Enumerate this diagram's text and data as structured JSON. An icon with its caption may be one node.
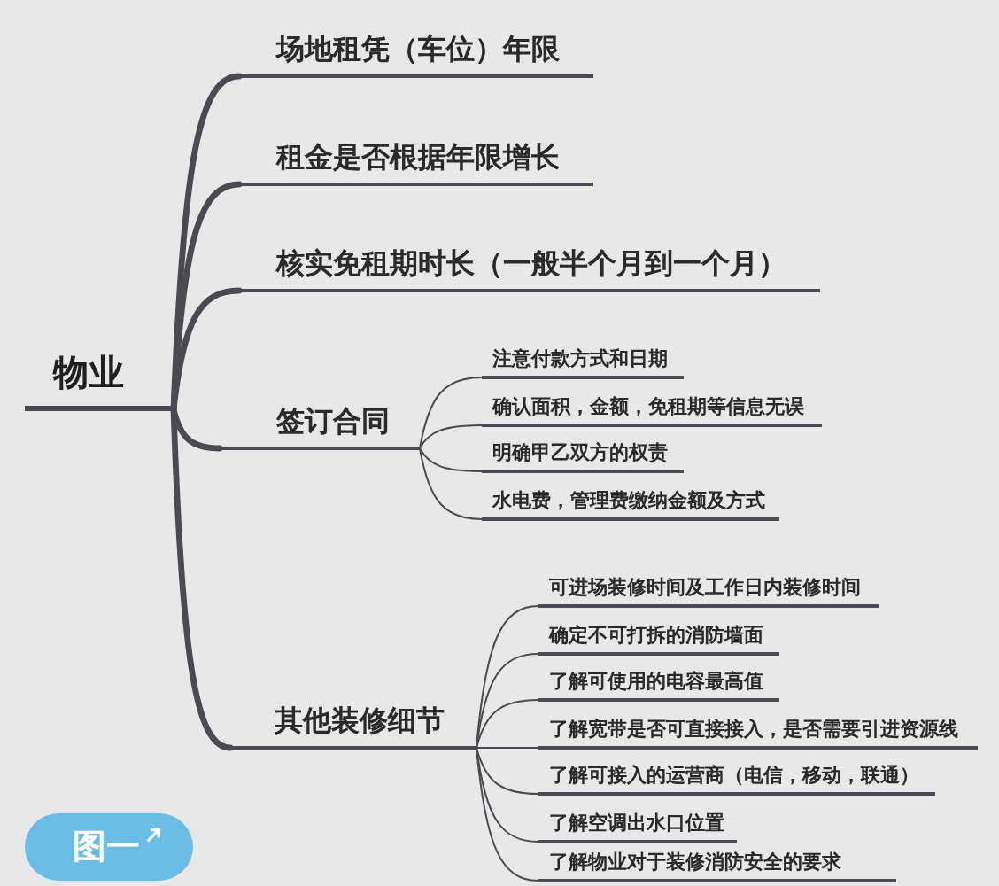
{
  "diagram": {
    "nodes": [
      {
        "text": [
          "物业"
        ]
      },
      {
        "text": [
          "场地租凭（车位）年限"
        ]
      },
      {
        "text": [
          "租金是否根据年限增长"
        ]
      },
      {
        "text": [
          "核实免租期时长（一般半个月到一个月）"
        ]
      },
      {
        "text": [
          "签订合同"
        ]
      },
      {
        "text": [
          "注意付款方式和日期"
        ]
      },
      {
        "text": [
          "确认面积，金额，免租期等信息无误"
        ]
      },
      {
        "text": [
          "明确甲乙双方的权责"
        ]
      },
      {
        "text": [
          "水电费，管理费缴纳金额及方式"
        ]
      },
      {
        "text": [
          "其他装修细节"
        ]
      },
      {
        "text": [
          "可进场装修时间及工作日内装修时间"
        ]
      },
      {
        "text": [
          "确定不可打拆的消防墙面"
        ]
      },
      {
        "text": [
          "了解可使用的电容最高值"
        ]
      },
      {
        "text": [
          "了解宽带是否可直接接入，是否需要引进资源线"
        ]
      },
      {
        "text": [
          "了解可接入的运营商（电信，移动，联通）"
        ]
      },
      {
        "text": [
          "了解空调出水口位置"
        ]
      },
      {
        "text": [
          "了解物业对于装修消防安全的要求"
        ]
      }
    ],
    "edges": [
      {
        "from": 0,
        "to": 1,
        "arrow": "none",
        "style": "thick"
      },
      {
        "from": 0,
        "to": 2,
        "arrow": "none",
        "style": "thick"
      },
      {
        "from": 0,
        "to": 3,
        "arrow": "none",
        "style": "thick"
      },
      {
        "from": 0,
        "to": 4,
        "arrow": "none",
        "style": "thick"
      },
      {
        "from": 0,
        "to": 9,
        "arrow": "none",
        "style": "thick"
      },
      {
        "from": 4,
        "to": 5,
        "arrow": "none"
      },
      {
        "from": 4,
        "to": 6,
        "arrow": "none"
      },
      {
        "from": 4,
        "to": 7,
        "arrow": "none"
      },
      {
        "from": 4,
        "to": 8,
        "arrow": "none"
      },
      {
        "from": 9,
        "to": 10,
        "arrow": "none"
      },
      {
        "from": 9,
        "to": 11,
        "arrow": "none"
      },
      {
        "from": 9,
        "to": 12,
        "arrow": "none"
      },
      {
        "from": 9,
        "to": 13,
        "arrow": "none"
      },
      {
        "from": 9,
        "to": 14,
        "arrow": "none"
      },
      {
        "from": 9,
        "to": 15,
        "arrow": "none"
      },
      {
        "from": 9,
        "to": 16,
        "arrow": "none"
      }
    ],
    "labels": [
      "图一"
    ]
  }
}
